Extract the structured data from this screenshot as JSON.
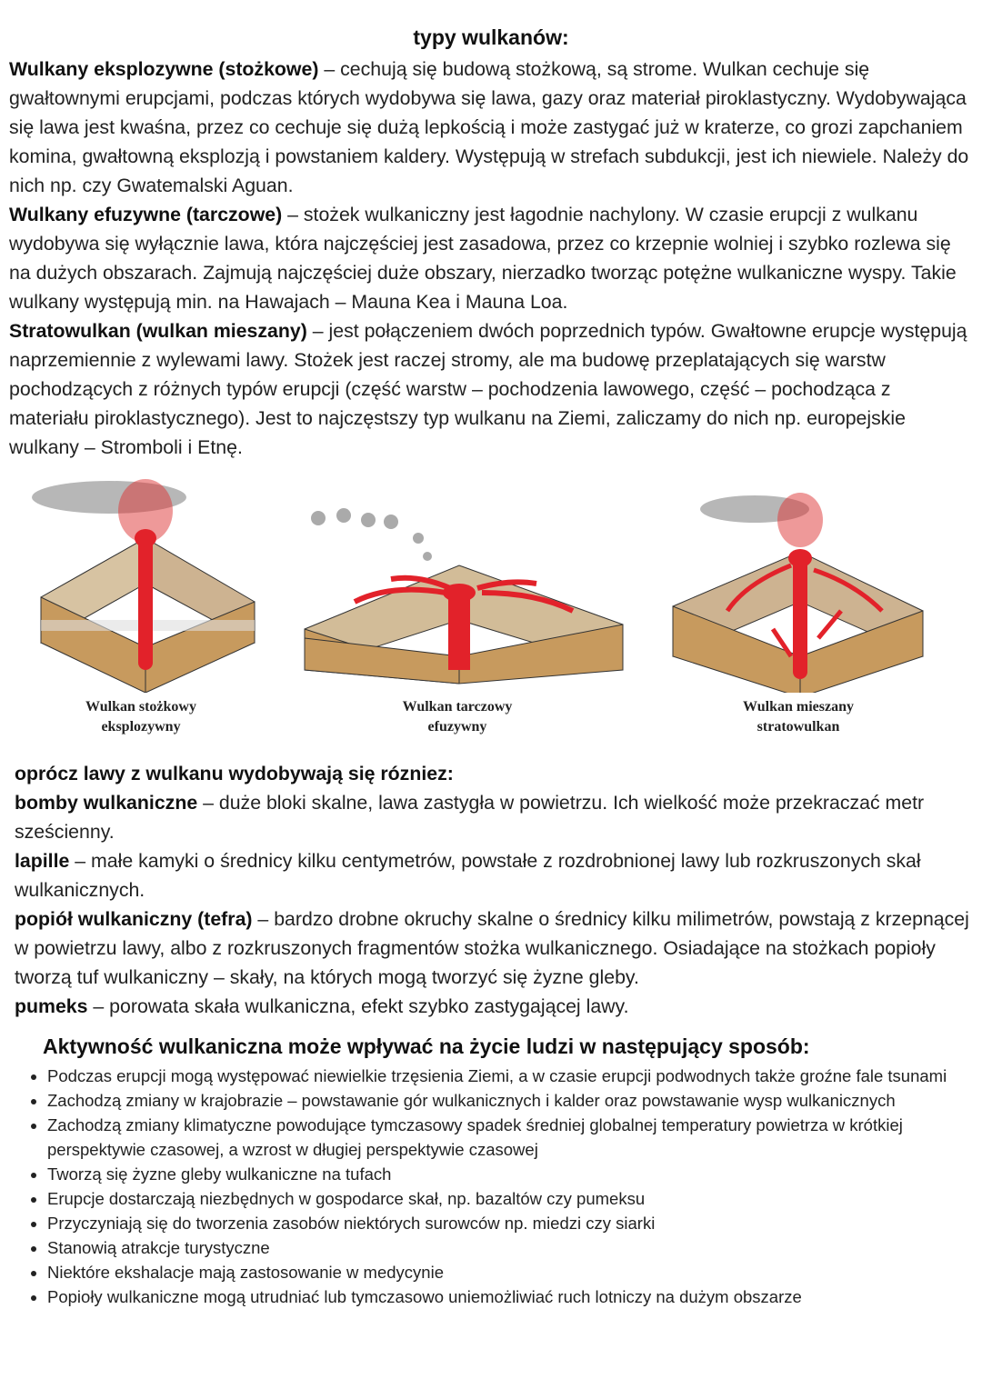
{
  "title": "typy wulkanów:",
  "types": [
    {
      "term": "Wulkany eksplozywne (stożkowe)",
      "text": " – cechują się budową stożkową, są strome. Wulkan cechuje się gwałtownymi erupcjami, podczas których wydobywa się lawa, gazy oraz materiał piroklastyczny. Wydobywająca się lawa jest kwaśna, przez co cechuje się dużą lepkością i może zastygać już w kraterze, co grozi zapchaniem komina, gwałtowną eksplozją i powstaniem kaldery. Występują w strefach subdukcji, jest ich niewiele. Należy do nich np. czy Gwatemalski Aguan."
    },
    {
      "term": "Wulkany efuzywne (tarczowe)",
      "text": " – stożek wulkaniczny jest łagodnie nachylony. W czasie erupcji z wulkanu wydobywa się wyłącznie lawa, która najczęściej jest zasadowa, przez co krzepnie wolniej i szybko rozlewa się na dużych obszarach. Zajmują najczęściej duże obszary, nierzadko tworząc potężne wulkaniczne wyspy. Takie wulkany występują min. na Hawajach – Mauna Kea i Mauna Loa."
    },
    {
      "term": "Stratowulkan (wulkan mieszany)",
      "text": " – jest połączeniem dwóch poprzednich typów. Gwałtowne erupcje występują naprzemiennie z wylewami lawy. Stożek jest raczej stromy, ale ma budowę przeplatających się warstw pochodzących z różnych typów erupcji (część warstw – pochodzenia lawowego, część – pochodząca z materiału piroklastycznego). Jest to najczęstszy typ wulkanu na Ziemi, zaliczamy do nich np. europejskie wulkany – Stromboli i Etnę."
    }
  ],
  "figures": [
    {
      "line1": "Wulkan stożkowy",
      "line2": "eksplozywny"
    },
    {
      "line1": "Wulkan tarczowy",
      "line2": "efuzywny"
    },
    {
      "line1": "Wulkan mieszany",
      "line2": "stratowulkan"
    }
  ],
  "materials_heading": "oprócz lawy z wulkanu wydobywają się rózniez:",
  "materials": [
    {
      "term": "bomby wulkaniczne",
      "text": " – duże bloki skalne, lawa zastygła w powietrzu. Ich wielkość może przekraczać metr sześcienny."
    },
    {
      "term": "lapille",
      "text": " – małe kamyki o średnicy kilku centymetrów, powstałe z rozdrobnionej lawy lub rozkruszonych skał wulkanicznych."
    },
    {
      "term": "popiół wulkaniczny (tefra)",
      "text": " – bardzo drobne okruchy skalne o średnicy kilku milimetrów, powstają z krzepnącej w powietrzu lawy, albo z rozkruszonych fragmentów stożka wulkanicznego. Osiadające na stożkach popioły tworzą tuf wulkaniczny – skały, na których mogą tworzyć się żyzne gleby."
    },
    {
      "term": "pumeks",
      "text": " – porowata skała wulkaniczna, efekt szybko zastygającej lawy."
    }
  ],
  "impact_heading": "Aktywność wulkaniczna może wpływać na życie ludzi w następujący sposób:",
  "impacts": [
    "Podczas erupcji mogą występować niewielkie trzęsienia Ziemi, a w czasie erupcji podwodnych także groźne fale tsunami",
    "Zachodzą zmiany w krajobrazie – powstawanie gór wulkanicznych i kalder oraz powstawanie wysp wulkanicznych",
    "Zachodzą zmiany klimatyczne powodujące tymczasowy spadek średniej globalnej temperatury powietrza w krótkiej perspektywie czasowej, a wzrost w długiej perspektywie czasowej",
    "Tworzą się żyzne gleby wulkaniczne na tufach",
    "Erupcje dostarczają niezbędnych w gospodarce skał, np. bazaltów czy pumeksu",
    "Przyczyniają się do tworzenia zasobów niektórych surowców np. miedzi czy siarki",
    "Stanowią atrakcje turystyczne",
    "Niektóre ekshalacje mają zastosowanie w medycynie",
    "Popioły wulkaniczne mogą utrudniać lub tymczasowo uniemożliwiać ruch lotniczy na dużym obszarze"
  ]
}
